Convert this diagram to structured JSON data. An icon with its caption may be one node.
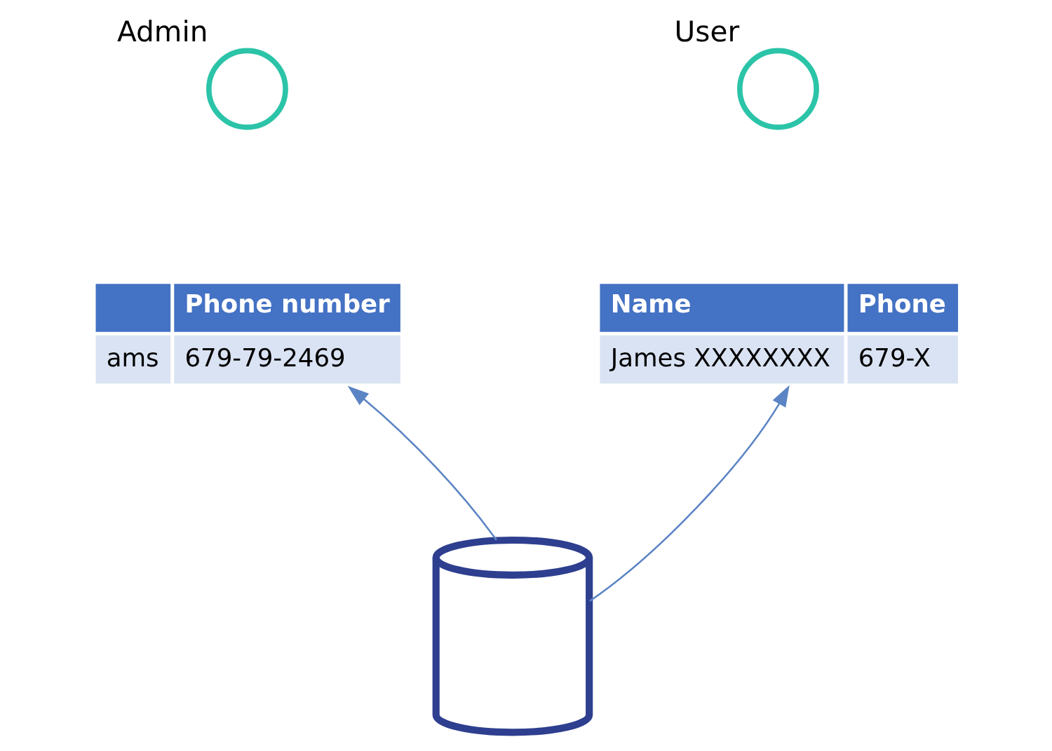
{
  "diagram": {
    "nodes": [
      {
        "text": [],
        "shape": "person",
        "beside": [
          "Admin"
        ]
      },
      {
        "text": [
          "Phone number",
          "ams",
          "679-79-2469"
        ]
      },
      {
        "text": [],
        "shape": "person",
        "beside": [
          "User"
        ]
      },
      {
        "text": [
          "Name",
          "Phone",
          "James XXXXXXXX",
          "679-X"
        ]
      },
      {
        "text": [],
        "shape": "cylinder"
      }
    ],
    "edges": [
      {
        "from": 4,
        "to": 1,
        "arrow": "to"
      },
      {
        "from": 4,
        "to": 3,
        "arrow": "to"
      }
    ]
  }
}
